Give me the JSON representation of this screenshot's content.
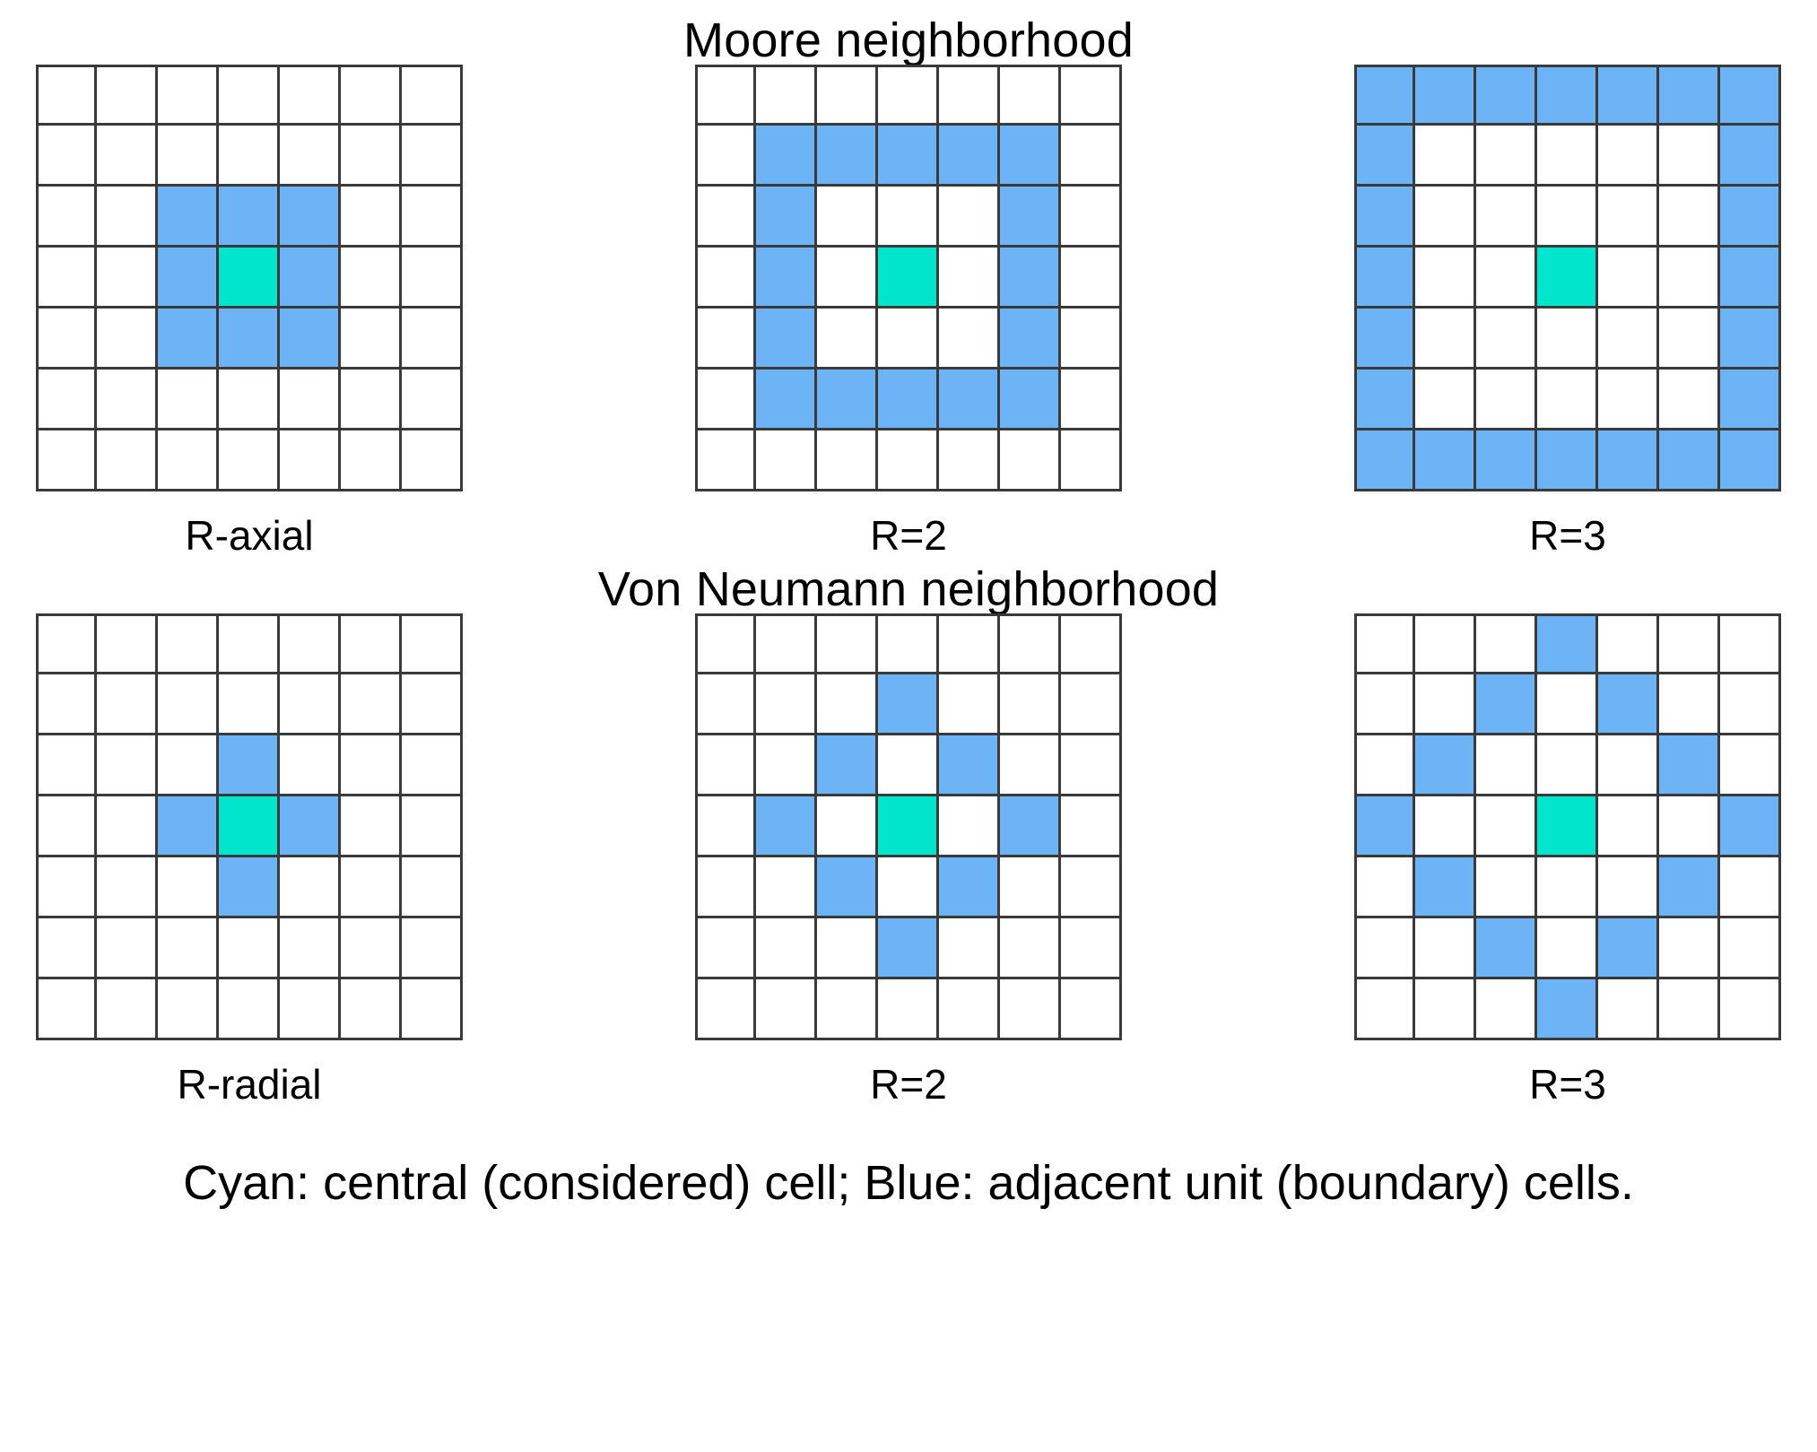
{
  "sections": [
    {
      "id": "moore",
      "title": "Moore neighborhood",
      "panels": [
        {
          "label": "R-axial"
        },
        {
          "label": "R=2"
        },
        {
          "label": "R=3"
        }
      ]
    },
    {
      "id": "von-neumann",
      "title": "Von Neumann neighborhood",
      "panels": [
        {
          "label": "R-radial"
        },
        {
          "label": "R=2"
        },
        {
          "label": "R=3"
        }
      ]
    }
  ],
  "caption": "Cyan: central (considered) cell; Blue: adjacent unit (boundary) cells.",
  "colors": {
    "blue": "#6cb4f5",
    "cyan": "#00e5cc",
    "grid_line": "#3a3a3a",
    "background": "#ffffff"
  },
  "chart_data": {
    "type": "heatmap",
    "title": "Cellular automaton neighborhood templates",
    "grid_size": [
      7,
      7
    ],
    "center": [
      3,
      3
    ],
    "legend": [
      {
        "color": "#00e5cc",
        "name": "cyan",
        "meaning": "central (considered) cell"
      },
      {
        "color": "#6cb4f5",
        "name": "blue",
        "meaning": "adjacent unit (boundary) cells"
      }
    ],
    "panels": [
      {
        "section": "Moore neighborhood",
        "label": "R-axial",
        "radius": 1,
        "metric": "chebyshev",
        "cyan_cells": [
          [
            3,
            3
          ]
        ],
        "blue_cells": [
          [
            2,
            2
          ],
          [
            2,
            3
          ],
          [
            2,
            4
          ],
          [
            3,
            2
          ],
          [
            3,
            4
          ],
          [
            4,
            2
          ],
          [
            4,
            3
          ],
          [
            4,
            4
          ]
        ],
        "blue_count": 8,
        "matrix": [
          [
            0,
            0,
            0,
            0,
            0,
            0,
            0
          ],
          [
            0,
            0,
            0,
            0,
            0,
            0,
            0
          ],
          [
            0,
            0,
            1,
            1,
            1,
            0,
            0
          ],
          [
            0,
            0,
            1,
            2,
            1,
            0,
            0
          ],
          [
            0,
            0,
            1,
            1,
            1,
            0,
            0
          ],
          [
            0,
            0,
            0,
            0,
            0,
            0,
            0
          ],
          [
            0,
            0,
            0,
            0,
            0,
            0,
            0
          ]
        ]
      },
      {
        "section": "Moore neighborhood",
        "label": "R=2",
        "radius": 2,
        "metric": "chebyshev",
        "cyan_cells": [
          [
            3,
            3
          ]
        ],
        "blue_cells": [
          [
            1,
            1
          ],
          [
            1,
            2
          ],
          [
            1,
            3
          ],
          [
            1,
            4
          ],
          [
            1,
            5
          ],
          [
            2,
            1
          ],
          [
            2,
            5
          ],
          [
            3,
            1
          ],
          [
            3,
            5
          ],
          [
            4,
            1
          ],
          [
            4,
            5
          ],
          [
            5,
            1
          ],
          [
            5,
            2
          ],
          [
            5,
            3
          ],
          [
            5,
            4
          ],
          [
            5,
            5
          ]
        ],
        "blue_count": 16,
        "matrix": [
          [
            0,
            0,
            0,
            0,
            0,
            0,
            0
          ],
          [
            0,
            1,
            1,
            1,
            1,
            1,
            0
          ],
          [
            0,
            1,
            0,
            0,
            0,
            1,
            0
          ],
          [
            0,
            1,
            0,
            2,
            0,
            1,
            0
          ],
          [
            0,
            1,
            0,
            0,
            0,
            1,
            0
          ],
          [
            0,
            1,
            1,
            1,
            1,
            1,
            0
          ],
          [
            0,
            0,
            0,
            0,
            0,
            0,
            0
          ]
        ]
      },
      {
        "section": "Moore neighborhood",
        "label": "R=3",
        "radius": 3,
        "metric": "chebyshev",
        "cyan_cells": [
          [
            3,
            3
          ]
        ],
        "blue_cells": [
          [
            0,
            0
          ],
          [
            0,
            1
          ],
          [
            0,
            2
          ],
          [
            0,
            3
          ],
          [
            0,
            4
          ],
          [
            0,
            5
          ],
          [
            0,
            6
          ],
          [
            1,
            0
          ],
          [
            1,
            6
          ],
          [
            2,
            0
          ],
          [
            2,
            6
          ],
          [
            3,
            0
          ],
          [
            3,
            6
          ],
          [
            4,
            0
          ],
          [
            4,
            6
          ],
          [
            5,
            0
          ],
          [
            5,
            6
          ],
          [
            6,
            0
          ],
          [
            6,
            1
          ],
          [
            6,
            2
          ],
          [
            6,
            3
          ],
          [
            6,
            4
          ],
          [
            6,
            5
          ],
          [
            6,
            6
          ]
        ],
        "blue_count": 24,
        "matrix": [
          [
            1,
            1,
            1,
            1,
            1,
            1,
            1
          ],
          [
            1,
            0,
            0,
            0,
            0,
            0,
            1
          ],
          [
            1,
            0,
            0,
            0,
            0,
            0,
            1
          ],
          [
            1,
            0,
            0,
            2,
            0,
            0,
            1
          ],
          [
            1,
            0,
            0,
            0,
            0,
            0,
            1
          ],
          [
            1,
            0,
            0,
            0,
            0,
            0,
            1
          ],
          [
            1,
            1,
            1,
            1,
            1,
            1,
            1
          ]
        ]
      },
      {
        "section": "Von Neumann neighborhood",
        "label": "R-radial",
        "radius": 1,
        "metric": "manhattan",
        "cyan_cells": [
          [
            3,
            3
          ]
        ],
        "blue_cells": [
          [
            2,
            3
          ],
          [
            3,
            2
          ],
          [
            3,
            4
          ],
          [
            4,
            3
          ]
        ],
        "blue_count": 4,
        "matrix": [
          [
            0,
            0,
            0,
            0,
            0,
            0,
            0
          ],
          [
            0,
            0,
            0,
            0,
            0,
            0,
            0
          ],
          [
            0,
            0,
            0,
            1,
            0,
            0,
            0
          ],
          [
            0,
            0,
            1,
            2,
            1,
            0,
            0
          ],
          [
            0,
            0,
            0,
            1,
            0,
            0,
            0
          ],
          [
            0,
            0,
            0,
            0,
            0,
            0,
            0
          ],
          [
            0,
            0,
            0,
            0,
            0,
            0,
            0
          ]
        ]
      },
      {
        "section": "Von Neumann neighborhood",
        "label": "R=2",
        "radius": 2,
        "metric": "manhattan",
        "cyan_cells": [
          [
            3,
            3
          ]
        ],
        "blue_cells": [
          [
            1,
            3
          ],
          [
            2,
            2
          ],
          [
            2,
            4
          ],
          [
            3,
            1
          ],
          [
            3,
            5
          ],
          [
            4,
            2
          ],
          [
            4,
            4
          ],
          [
            5,
            3
          ]
        ],
        "blue_count": 8,
        "matrix": [
          [
            0,
            0,
            0,
            0,
            0,
            0,
            0
          ],
          [
            0,
            0,
            0,
            1,
            0,
            0,
            0
          ],
          [
            0,
            0,
            1,
            0,
            1,
            0,
            0
          ],
          [
            0,
            1,
            0,
            2,
            0,
            1,
            0
          ],
          [
            0,
            0,
            1,
            0,
            1,
            0,
            0
          ],
          [
            0,
            0,
            0,
            1,
            0,
            0,
            0
          ],
          [
            0,
            0,
            0,
            0,
            0,
            0,
            0
          ]
        ]
      },
      {
        "section": "Von Neumann neighborhood",
        "label": "R=3",
        "radius": 3,
        "metric": "manhattan",
        "cyan_cells": [
          [
            3,
            3
          ]
        ],
        "blue_cells": [
          [
            0,
            3
          ],
          [
            1,
            2
          ],
          [
            1,
            4
          ],
          [
            2,
            1
          ],
          [
            2,
            5
          ],
          [
            3,
            0
          ],
          [
            3,
            6
          ],
          [
            4,
            1
          ],
          [
            4,
            5
          ],
          [
            5,
            2
          ],
          [
            5,
            4
          ],
          [
            6,
            3
          ]
        ],
        "blue_count": 12,
        "matrix": [
          [
            0,
            0,
            0,
            1,
            0,
            0,
            0
          ],
          [
            0,
            0,
            1,
            0,
            1,
            0,
            0
          ],
          [
            0,
            1,
            0,
            0,
            0,
            1,
            0
          ],
          [
            1,
            0,
            0,
            2,
            0,
            0,
            1
          ],
          [
            0,
            1,
            0,
            0,
            0,
            1,
            0
          ],
          [
            0,
            0,
            1,
            0,
            1,
            0,
            0
          ],
          [
            0,
            0,
            0,
            1,
            0,
            0,
            0
          ]
        ]
      }
    ]
  }
}
